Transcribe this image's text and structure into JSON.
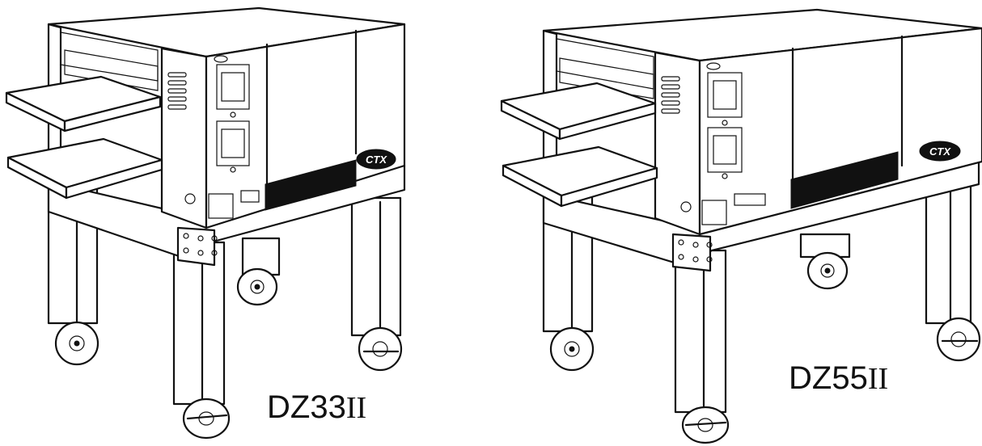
{
  "ovens": [
    {
      "model_main": "DZ33",
      "model_suffix": "II",
      "badge": "CTX"
    },
    {
      "model_main": "DZ55",
      "model_suffix": "II",
      "badge": "CTX"
    }
  ]
}
